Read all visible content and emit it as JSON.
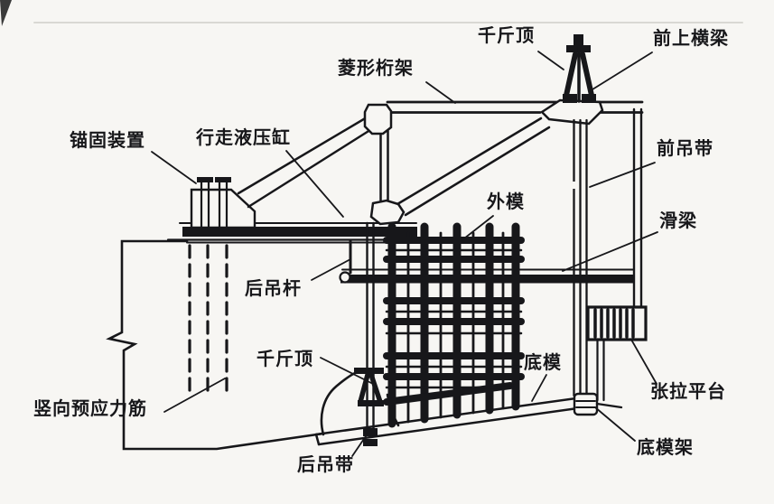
{
  "figure": {
    "type": "technical-line-diagram",
    "subject": "form traveler / cantilever casting rig side elevation",
    "background_color": "#f7f6f3",
    "ink_color": "#17171a",
    "labels": {
      "jack_top": "千斤顶",
      "front_upper_crossbeam": "前上横梁",
      "diamond_truss": "菱形桁架",
      "anchorage_device": "锚固装置",
      "walking_hydraulic_cylinder": "行走液压缸",
      "front_sling": "前吊带",
      "outer_formwork": "外模",
      "sliding_beam": "滑梁",
      "rear_hanger_rod": "后吊杆",
      "jack_bottom": "千斤顶",
      "bottom_formwork": "底模",
      "tensioning_platform": "张拉平台",
      "vertical_prestressing_tendons": "竖向预应力筋",
      "rear_sling": "后吊带",
      "bottom_formwork_frame": "底模架"
    }
  }
}
